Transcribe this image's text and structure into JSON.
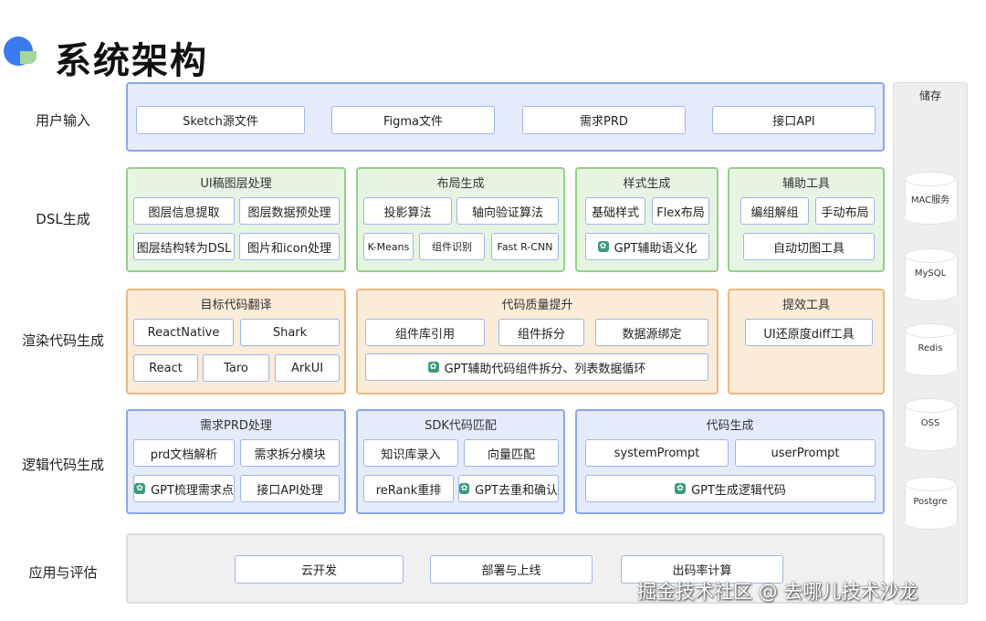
{
  "title": "系统架构",
  "rows": {
    "user_input": "用户输入",
    "dsl": "DSL生成",
    "render": "渲染代码生成",
    "logic": "逻辑代码生成",
    "app": "应用与评估"
  },
  "user_input": {
    "items": [
      "Sketch源文件",
      "Figma文件",
      "需求PRD",
      "接口API"
    ]
  },
  "dsl": {
    "ui_layer": {
      "title": "UI稿图层处理",
      "items": [
        "图层信息提取",
        "图层数据预处理",
        "图层结构转为DSL",
        "图片和icon处理"
      ]
    },
    "layout": {
      "title": "布局生成",
      "items": [
        "投影算法",
        "轴向验证算法",
        "K-Means",
        "组件识别",
        "Fast R-CNN"
      ]
    },
    "style": {
      "title": "样式生成",
      "items": [
        "基础样式",
        "Flex布局",
        "GPT辅助语义化"
      ]
    },
    "aux": {
      "title": "辅助工具",
      "items": [
        "编组解组",
        "手动布局",
        "自动切图工具"
      ]
    }
  },
  "render": {
    "target": {
      "title": "目标代码翻译",
      "items": [
        "ReactNative",
        "Shark",
        "React",
        "Taro",
        "ArkUI"
      ]
    },
    "quality": {
      "title": "代码质量提升",
      "items": [
        "组件库引用",
        "组件拆分",
        "数据源绑定",
        "GPT辅助代码组件拆分、列表数据循环"
      ]
    },
    "efficiency": {
      "title": "提效工具",
      "items": [
        "UI还原度diff工具"
      ]
    }
  },
  "logic": {
    "prd": {
      "title": "需求PRD处理",
      "items": [
        "prd文档解析",
        "需求拆分模块",
        "GPT梳理需求点",
        "接口API处理"
      ]
    },
    "sdk": {
      "title": "SDK代码匹配",
      "items": [
        "知识库录入",
        "向量匹配",
        "reRank重排",
        "GPT去重和确认"
      ]
    },
    "codegen": {
      "title": "代码生成",
      "items": [
        "systemPrompt",
        "userPrompt",
        "GPT生成逻辑代码"
      ]
    }
  },
  "app": {
    "items": [
      "云开发",
      "部署与上线",
      "出码率计算"
    ]
  },
  "storage": {
    "title": "储存",
    "items": [
      "MAC服务",
      "MySQL",
      "Redis",
      "OSS",
      "Postgre"
    ]
  },
  "watermark": "掘金技术社区 @ 去哪儿技术沙龙",
  "colors": {
    "blue_panel": "#e4ebfb",
    "green_panel": "#e6f5e2",
    "orange_panel": "#fbebd9",
    "gpt_icon": "#3c9c7a"
  },
  "icons": {
    "gpt": "openai-logo-icon",
    "storage": "database-cylinder-icon"
  }
}
